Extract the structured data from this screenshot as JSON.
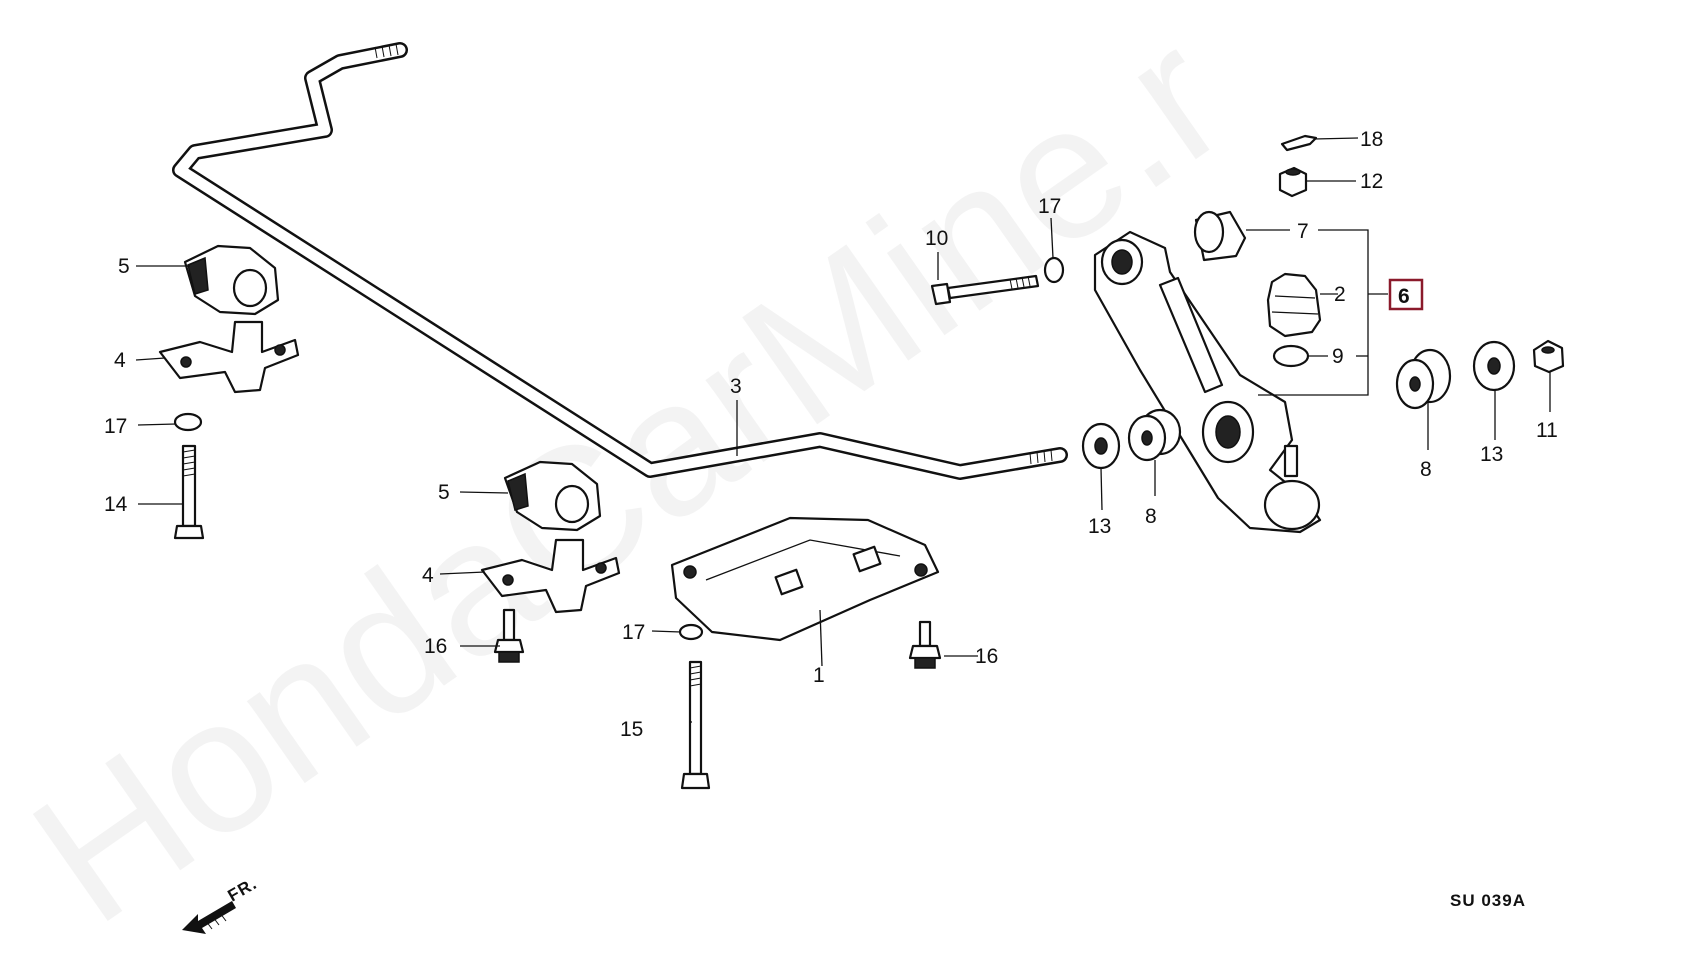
{
  "watermark": "HondaCarMine.r",
  "diagram_code": "SU 039A",
  "front_indicator": "FR.",
  "highlighted_part": "6",
  "callouts": {
    "c1": "1",
    "c2": "2",
    "c3": "3",
    "c4a": "4",
    "c4b": "4",
    "c5a": "5",
    "c5b": "5",
    "c6": "6",
    "c7": "7",
    "c8a": "8",
    "c8b": "8",
    "c9": "9",
    "c10": "10",
    "c11": "11",
    "c12": "12",
    "c13a": "13",
    "c13b": "13",
    "c14": "14",
    "c15": "15",
    "c16a": "16",
    "c16b": "16",
    "c17a": "17",
    "c17b": "17",
    "c17c": "17",
    "c18": "18"
  },
  "colors": {
    "highlight": "#8b1a2b",
    "ink": "#111111"
  }
}
